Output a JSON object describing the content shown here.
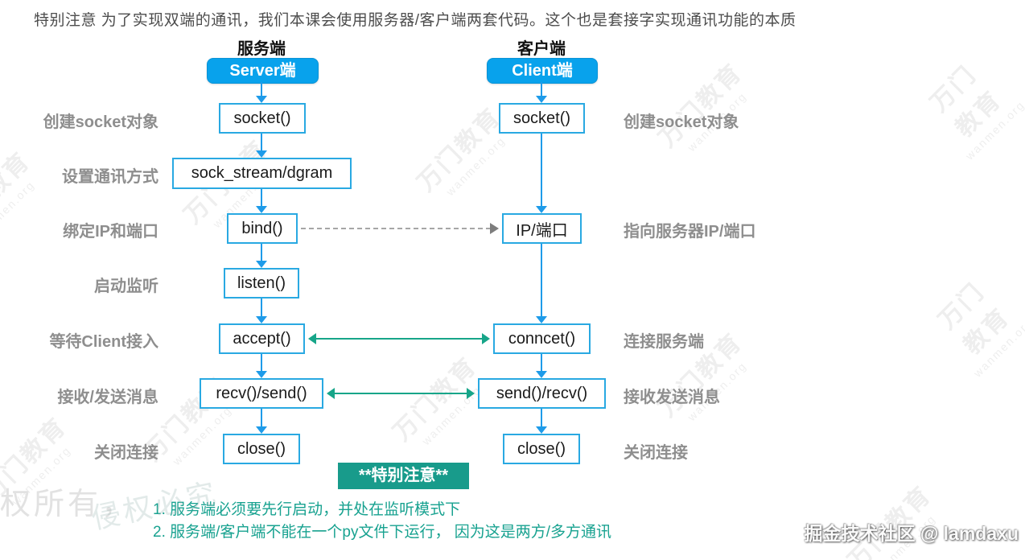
{
  "top_note": "特别注意  为了实现双端的通讯，我们本课会使用服务器/客户端两套代码。这个也是套接字实现通讯功能的本质",
  "server": {
    "header": "服务端",
    "badge": "Server端",
    "steps": [
      "socket()",
      "sock_stream/dgram",
      "bind()",
      "listen()",
      "accept()",
      "recv()/send()",
      "close()"
    ]
  },
  "client": {
    "header": "客户端",
    "badge": "Client端",
    "steps": [
      "socket()",
      "IP/端口",
      "conncet()",
      "send()/recv()",
      "close()"
    ]
  },
  "left_labels": [
    "创建socket对象",
    "设置通讯方式",
    "绑定IP和端口",
    "启动监听",
    "等待Client接入",
    "接收/发送消息",
    "关闭连接"
  ],
  "right_labels": [
    "创建socket对象",
    "指向服务器IP/端口",
    "连接服务端",
    "接收发送消息",
    "关闭连接"
  ],
  "special_note": {
    "title": "**特别注意**",
    "lines": [
      "1. 服务端必须要先行启动，并处在监听模式下",
      "2. 服务端/客户端不能在一个py文件下运行， 因为这是两方/多方通讯"
    ]
  },
  "watermark": {
    "brand": "万门教育",
    "url": "wanmen.org",
    "copyright_left": "权所有，",
    "copyright_faint": "侵权必究"
  },
  "credit": "掘金技术社区 @ lamdaxu",
  "colors": {
    "accent_blue": "#08a2ec",
    "box_border_blue": "#29a9e2",
    "arrow_blue": "#1e9be9",
    "teal_arrow": "#17a589",
    "note_bg_green": "#189b8b",
    "note_text_green": "#18a290",
    "label_gray": "#8e8e8e"
  }
}
